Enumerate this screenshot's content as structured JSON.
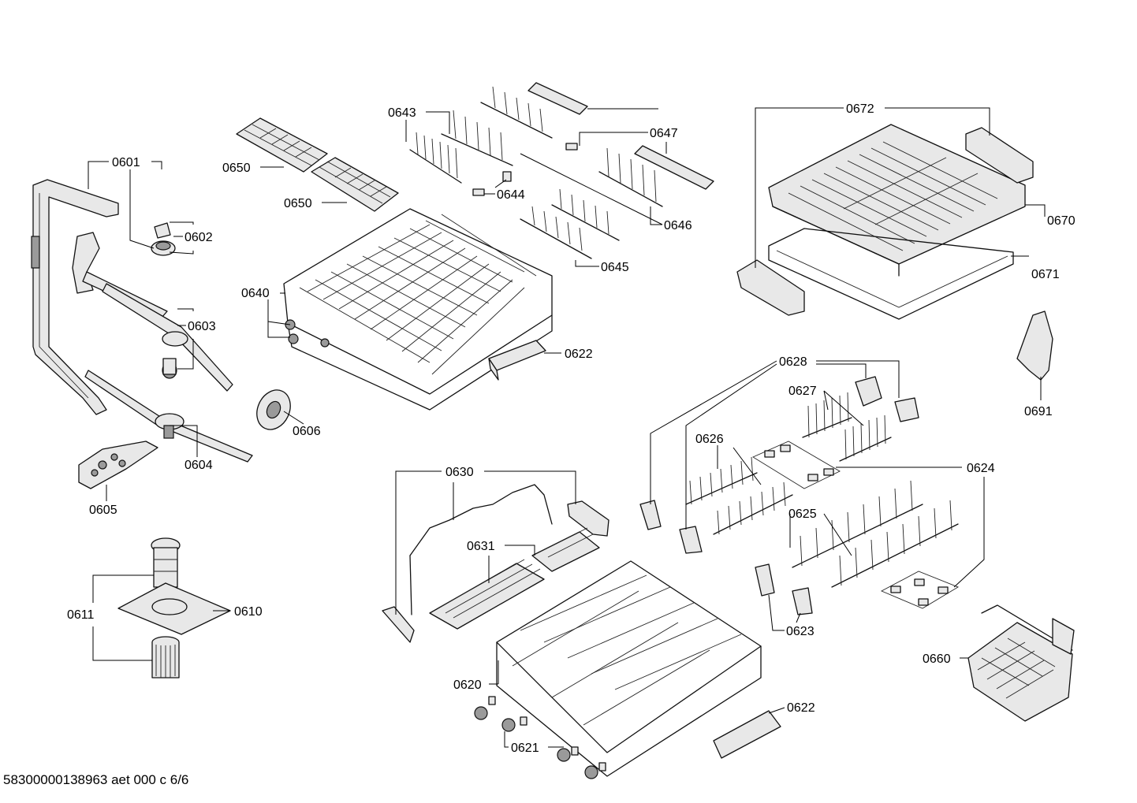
{
  "labels": {
    "p0601": "0601",
    "p0602": "0602",
    "p0603": "0603",
    "p0604": "0604",
    "p0605": "0605",
    "p0606": "0606",
    "p0610": "0610",
    "p0611": "0611",
    "p0620": "0620",
    "p0621": "0621",
    "p0622a": "0622",
    "p0622b": "0622",
    "p0623": "0623",
    "p0624": "0624",
    "p0625": "0625",
    "p0626": "0626",
    "p0627": "0627",
    "p0628": "0628",
    "p0630": "0630",
    "p0631": "0631",
    "p0640": "0640",
    "p0643": "0643",
    "p0644": "0644",
    "p0645": "0645",
    "p0646": "0646",
    "p0647": "0647",
    "p0650a": "0650",
    "p0650b": "0650",
    "p0660": "0660",
    "p0670": "0670",
    "p0671": "0671",
    "p0672": "0672",
    "p0691": "0691"
  },
  "footer": "58300000138963 aet 000 c 6/6"
}
